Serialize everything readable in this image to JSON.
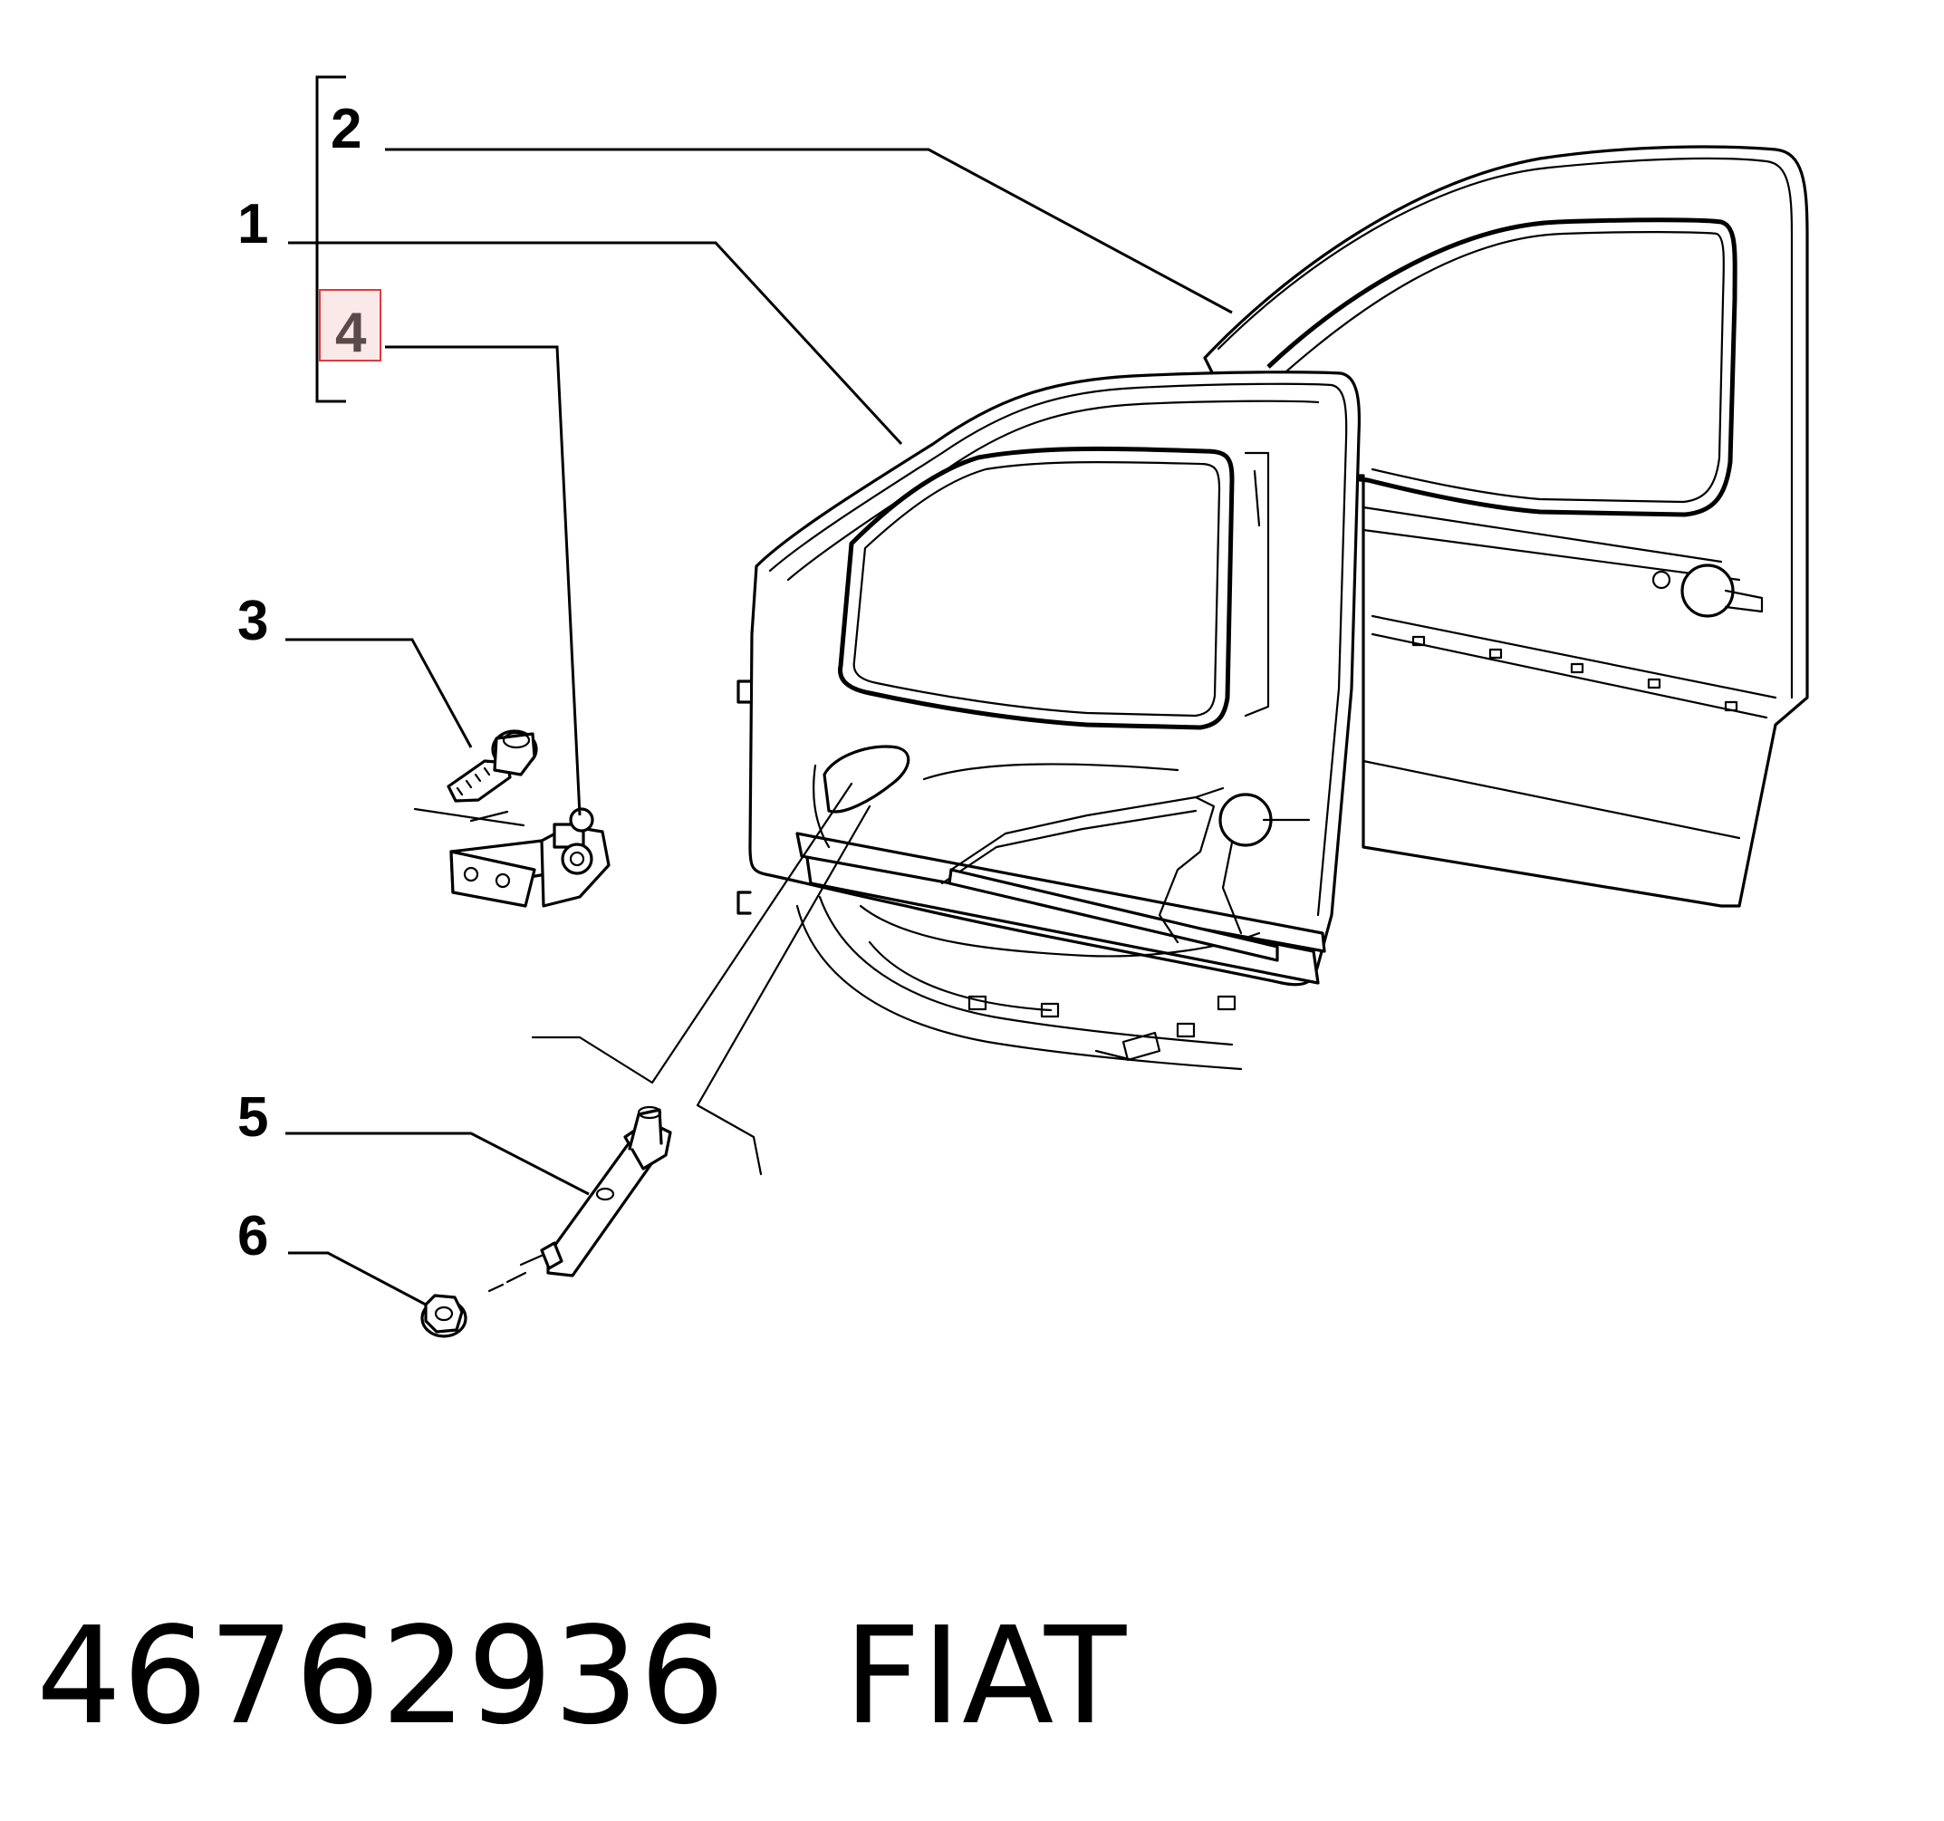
{
  "callouts": {
    "c1": "1",
    "c2": "2",
    "c3": "3",
    "c4": "4",
    "c5": "5",
    "c6": "6"
  },
  "highlight": {
    "callout": "4",
    "color": "#e0393e"
  },
  "caption": {
    "part_number": "46762936",
    "brand": "FIAT"
  }
}
